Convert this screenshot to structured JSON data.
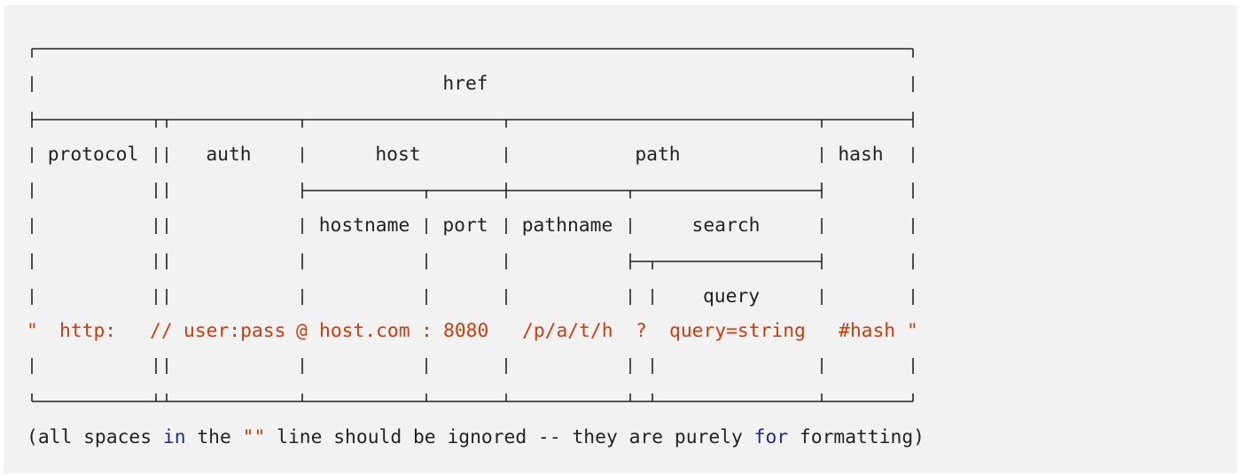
{
  "diagram": {
    "labels": {
      "href": "href",
      "protocol": "protocol",
      "auth": "auth",
      "host": "host",
      "path": "path",
      "hash": "hash",
      "hostname": "hostname",
      "port": "port",
      "pathname": "pathname",
      "search": "search",
      "query": "query"
    },
    "url_parts": {
      "open_quote": "\"",
      "protocol": "http:",
      "slashes": "//",
      "auth": "user:pass",
      "at": "@",
      "hostname": "host.com",
      "colon": ":",
      "port": "8080",
      "pathname": "/p/a/t/h",
      "question": "?",
      "query": "query=string",
      "hash": "#hash",
      "close_quote": "\""
    },
    "footnote": {
      "part1": "(all spaces ",
      "kw_in": "in",
      "part2": " the ",
      "quotes": "\"\"",
      "part3": " line should be ignored -- they are purely ",
      "kw_for": "for",
      "part4": " formatting)"
    },
    "colors": {
      "background": "#f2f2f2",
      "text": "#222222",
      "url": "#d13b0a",
      "keyword": "#1e2b8f"
    }
  }
}
